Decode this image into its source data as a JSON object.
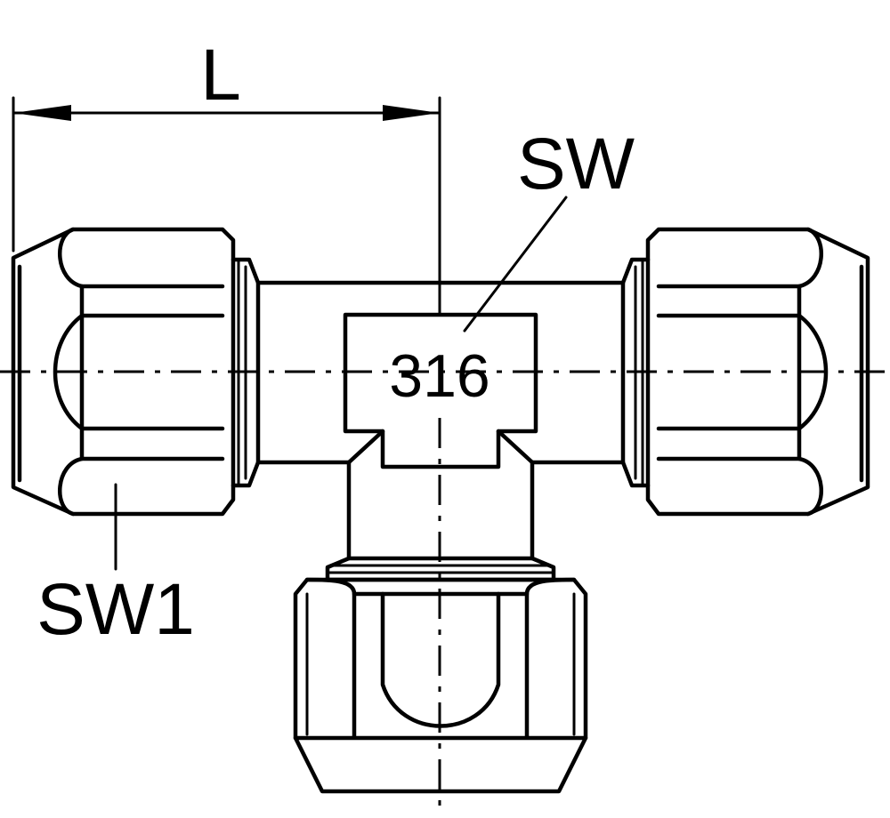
{
  "labels": {
    "length": "L",
    "wrench_size_body": "SW",
    "wrench_size_nut": "SW1",
    "material": "316"
  },
  "colors": {
    "stroke": "#000000",
    "background": "#ffffff"
  }
}
